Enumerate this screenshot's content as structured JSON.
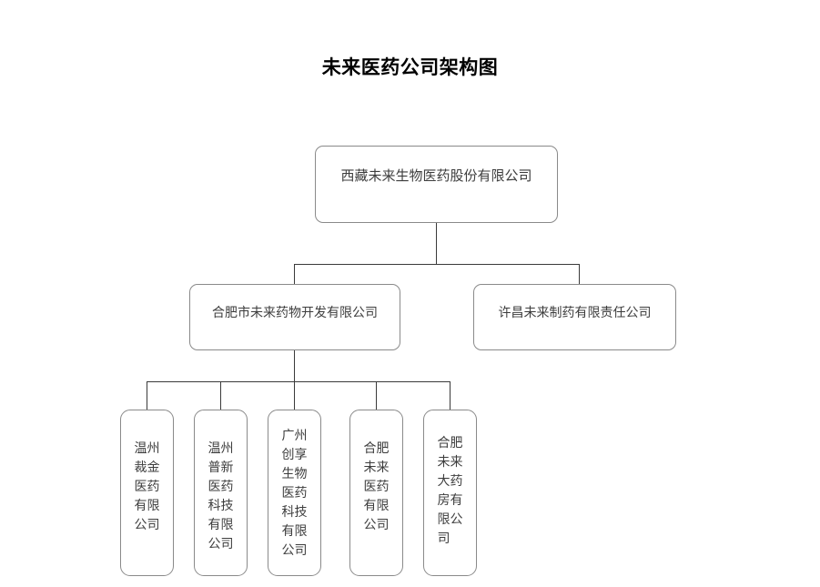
{
  "title": "未来医药公司架构图",
  "colors": {
    "background": "#ffffff",
    "box_border": "#8a8a8a",
    "box_fill": "#ffffff",
    "text": "#3d3d3d",
    "title_text": "#000000",
    "connector": "#3a3a3a"
  },
  "org": {
    "root": {
      "label": "西藏未来生物医药股份有限公司",
      "level": 1
    },
    "level2": [
      {
        "label": "合肥市未来药物开发有限公司",
        "level": 2
      },
      {
        "label": "许昌未来制药有限责任公司",
        "level": 2
      }
    ],
    "level3": [
      {
        "label": "温州裁金医药有限公司",
        "level": 3,
        "col_left": "温裁医有公",
        "col_right": "州金药限司"
      },
      {
        "label": "温州普新医药科技有限公司",
        "level": 3,
        "col_left": "温普医科有公",
        "col_right": "州新药技限司"
      },
      {
        "label": "广州创享生物医药科技有限公司",
        "level": 3,
        "col_left": "广创生医科有公",
        "col_right": "州享物药技限司"
      },
      {
        "label": "合肥未来医药有限公司",
        "level": 3,
        "col_left": "合未医有公",
        "col_right": "肥来药限司"
      },
      {
        "label": "合肥未来大药房有限公司",
        "level": 3,
        "col_left": "合未大房限司",
        "col_right": "肥来药有公"
      }
    ]
  }
}
